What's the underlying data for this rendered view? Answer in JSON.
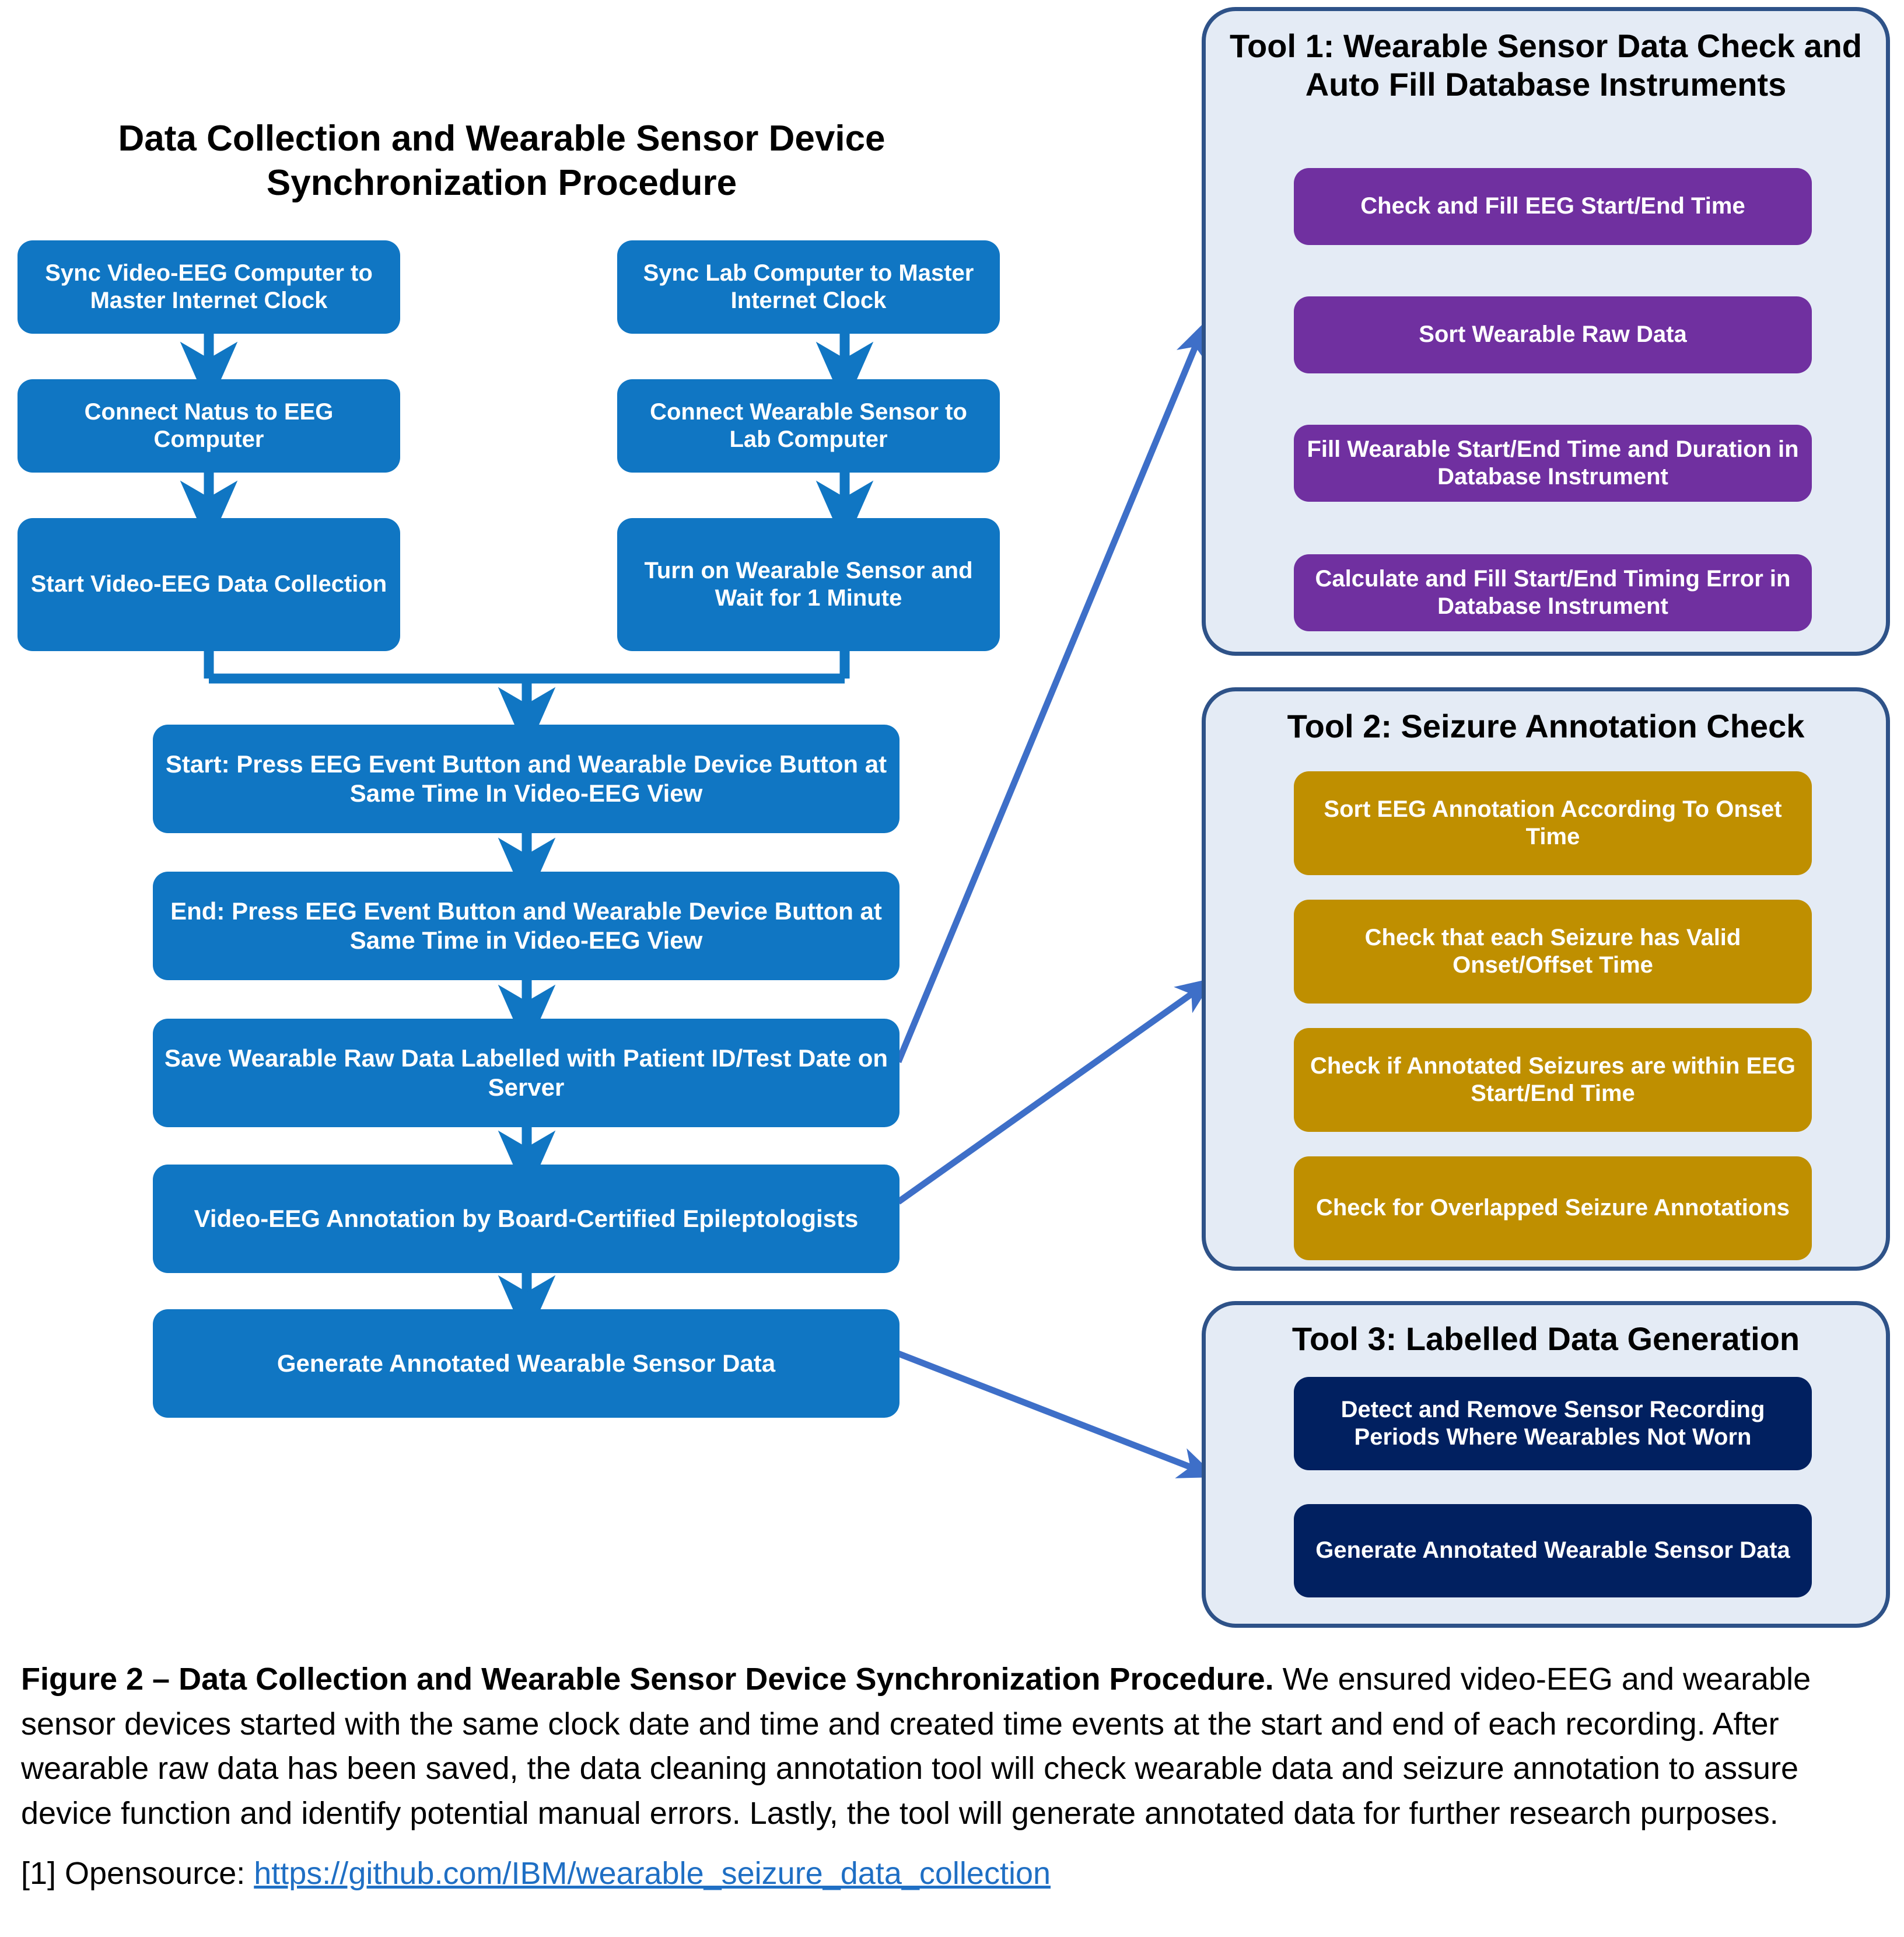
{
  "flow": {
    "title": "Data Collection and Wearable Sensor Device Synchronization Procedure",
    "left_column": [
      "Sync Video-EEG Computer to Master Internet Clock",
      "Connect Natus to EEG Computer",
      "Start Video-EEG Data Collection"
    ],
    "right_column": [
      "Sync Lab Computer to Master Internet Clock",
      "Connect Wearable Sensor to Lab Computer",
      "Turn on Wearable Sensor and Wait for 1 Minute"
    ],
    "merged_steps": [
      "Start: Press EEG Event Button and Wearable Device Button at Same Time In Video-EEG View",
      "End: Press EEG Event Button and Wearable Device Button at Same Time in Video-EEG View",
      "Save Wearable Raw Data Labelled with Patient ID/Test Date on Server",
      "Video-EEG Annotation by  Board-Certified Epileptologists",
      "Generate Annotated Wearable Sensor Data"
    ]
  },
  "tools": [
    {
      "title": "Tool 1: Wearable Sensor Data Check and Auto Fill Database Instruments",
      "color": "#7030A0",
      "steps": [
        "Check and Fill EEG Start/End Time",
        "Sort Wearable Raw Data",
        "Fill Wearable Start/End Time and Duration in Database Instrument",
        "Calculate and Fill Start/End Timing Error in Database Instrument"
      ]
    },
    {
      "title": "Tool 2: Seizure Annotation Check",
      "color": "#BF8F00",
      "steps": [
        "Sort EEG Annotation According To Onset Time",
        "Check that each Seizure has Valid Onset/Offset Time",
        "Check if Annotated Seizures are within EEG Start/End Time",
        "Check for Overlapped Seizure Annotations"
      ]
    },
    {
      "title": "Tool 3: Labelled Data Generation",
      "color": "#012060",
      "steps": [
        "Detect and Remove Sensor Recording Periods Where Wearables Not Worn",
        "Generate Annotated Wearable Sensor Data"
      ]
    }
  ],
  "caption": {
    "bold_lead": "Figure 2 – Data Collection and Wearable Sensor Device Synchronization Procedure.",
    "body": " We ensured video-EEG and wearable sensor devices started with the same clock date and time and created time events at the start and end of each recording. After wearable raw data has been saved, the data cleaning annotation tool will check wearable data and seizure annotation to assure device function and identify potential manual errors. Lastly, the tool will generate annotated data for further research purposes."
  },
  "reference": {
    "label": "[1] Opensource: ",
    "url_text": "https://github.com/IBM/wearable_seizure_data_collection"
  },
  "colors": {
    "flow_blue": "#1076C3",
    "panel_bg": "#E4EBF5",
    "panel_border": "#2E5288",
    "connector_blue": "#3E6FC8",
    "purple": "#7030A0",
    "gold": "#BF8F00",
    "navy": "#012060",
    "link": "#1F6FC4"
  }
}
